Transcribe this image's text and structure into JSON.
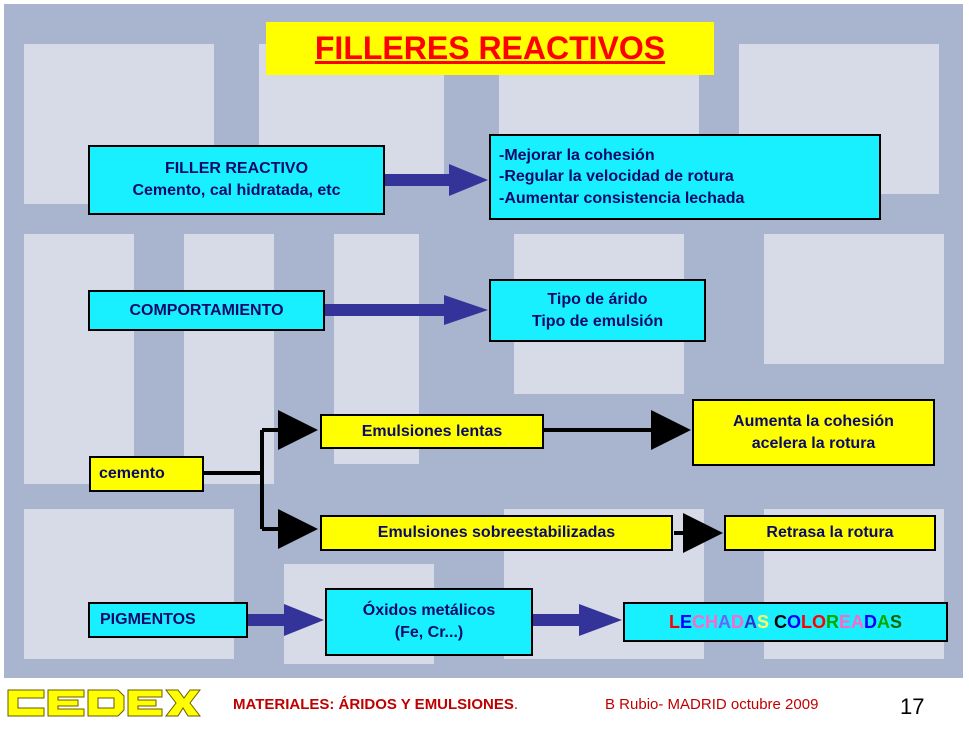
{
  "slide": {
    "title": "FILLERES REACTIVOS",
    "filler_reactivo": {
      "line1": "FILLER REACTIVO",
      "line2": "Cemento, cal hidratada,  etc"
    },
    "effects": {
      "line1": "-Mejorar la cohesión",
      "line2": "-Regular la velocidad de rotura",
      "line3": "-Aumentar consistencia  lechada"
    },
    "comportamiento": "COMPORTAMIENTO",
    "tipo": {
      "line1": "Tipo de árido",
      "line2": "Tipo de emulsión"
    },
    "cemento": "cemento",
    "emulsiones_lentas": "Emulsiones lentas",
    "aumenta": {
      "line1": "Aumenta la cohesión",
      "line2": "acelera  la rotura"
    },
    "emulsiones_sobre": "Emulsiones sobreestabilizadas",
    "retrasa": "Retrasa la rotura",
    "pigmentos": "PIGMENTOS",
    "oxidos": {
      "line1": "Óxidos metálicos",
      "line2": "(Fe, Cr...)"
    },
    "lechadas_coloreadas": {
      "text": "LECHADAS COLOREADAS",
      "letters": [
        {
          "ch": "L",
          "color": "#ff0000"
        },
        {
          "ch": "E",
          "color": "#0000ff"
        },
        {
          "ch": "C",
          "color": "#ff66cc"
        },
        {
          "ch": "H",
          "color": "#ff66cc"
        },
        {
          "ch": "A",
          "color": "#6666ff"
        },
        {
          "ch": "D",
          "color": "#ff66cc"
        },
        {
          "ch": "A",
          "color": "#3333cc"
        },
        {
          "ch": "S",
          "color": "#ffff66"
        },
        {
          "ch": " ",
          "color": "#000000"
        },
        {
          "ch": "C",
          "color": "#000000"
        },
        {
          "ch": "O",
          "color": "#0000ff"
        },
        {
          "ch": "L",
          "color": "#ff0000"
        },
        {
          "ch": "O",
          "color": "#ff0000"
        },
        {
          "ch": "R",
          "color": "#00aa00"
        },
        {
          "ch": "E",
          "color": "#ff66cc"
        },
        {
          "ch": "A",
          "color": "#ff66cc"
        },
        {
          "ch": "D",
          "color": "#0000ff"
        },
        {
          "ch": "A",
          "color": "#00aa00"
        },
        {
          "ch": "S",
          "color": "#006600"
        }
      ]
    }
  },
  "footer": {
    "logo_text": "CEDEX",
    "materiales": "MATERIALES: ÁRIDOS Y EMULSIONES",
    "dot": ".",
    "author": "B Rubio- MADRID octubre 2009",
    "page_number": "17"
  },
  "colors": {
    "cyan": "#19f0ff",
    "yellow": "#ffff00",
    "arrow_blue": "#333399",
    "title_red": "#ff0000",
    "footer_red": "#c00000"
  }
}
